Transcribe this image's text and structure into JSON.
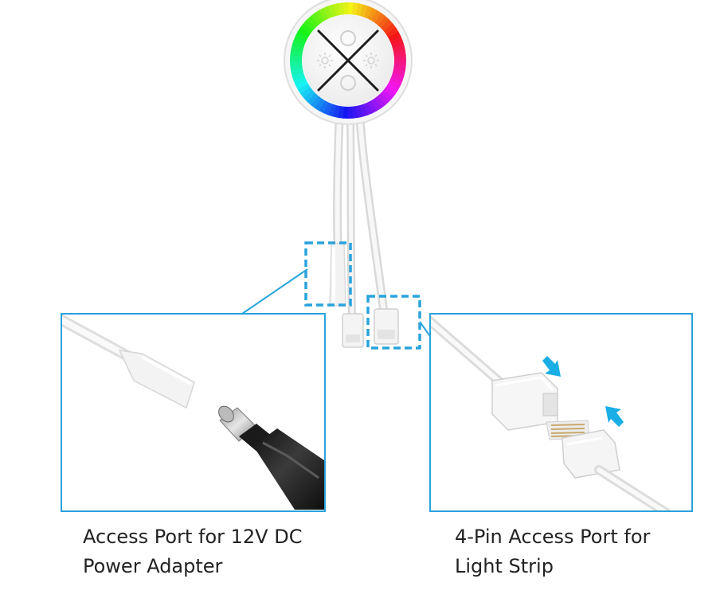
{
  "colors": {
    "accent": "#29a3dc",
    "arrow": "#19aee6",
    "cable": "#ececec",
    "plug": "#2a2a2a"
  },
  "callouts": {
    "power": {
      "line1": "Access Port for 12V DC",
      "line2": "Power Adapter"
    },
    "strip": {
      "line1": "4-Pin Access Port for",
      "line2": "Light Strip"
    }
  },
  "controller": {
    "icons": [
      "brightness-up-icon",
      "brightness-down-icon",
      "power-icon",
      "mode-icon"
    ]
  }
}
